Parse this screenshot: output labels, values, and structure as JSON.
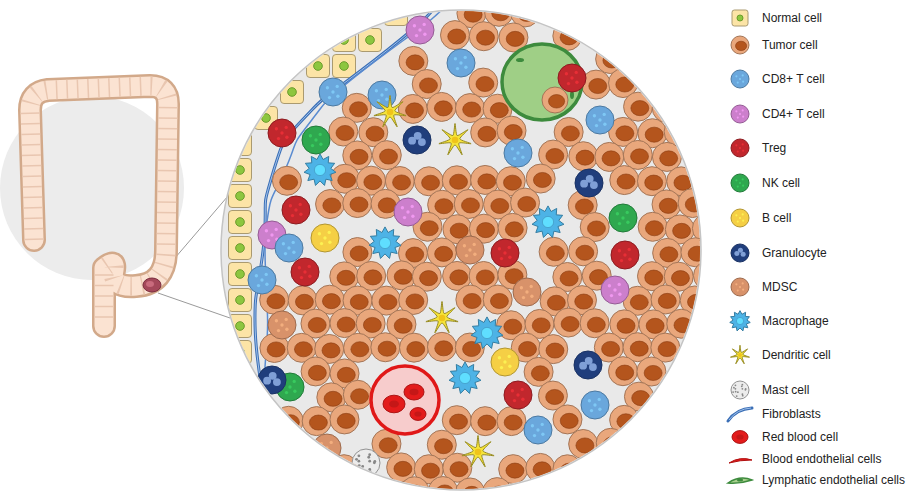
{
  "diagram": {
    "legend": [
      {
        "text": "Normal cell",
        "color": "#fce4a6"
      },
      {
        "text": "Tumor cell",
        "color": "#e9a77c"
      },
      {
        "text": "CD8+ T cell",
        "color": "#6aa7dc"
      },
      {
        "text": "CD4+ T cell",
        "color": "#cc7fcc"
      },
      {
        "text": "Treg",
        "color": "#c1272d"
      },
      {
        "text": "NK cell",
        "color": "#2fa84f"
      },
      {
        "text": "B cell",
        "color": "#f5cf45"
      },
      {
        "text": "Granulocyte",
        "color": "#203e7c"
      },
      {
        "text": "MDSC",
        "color": "#d8926a"
      },
      {
        "text": "Macrophage",
        "color": "#4db3e6"
      },
      {
        "text": "Dendritic cell",
        "color": "#f6e43a"
      },
      {
        "text": "Mast cell",
        "color": "#d0d0d0"
      },
      {
        "text": "Fibroblasts"
      },
      {
        "text": "Red blood cell",
        "color": "#e31b1b"
      },
      {
        "text": "Blood endothelial cells"
      },
      {
        "text": "Lymphatic endothelial cells"
      }
    ]
  }
}
